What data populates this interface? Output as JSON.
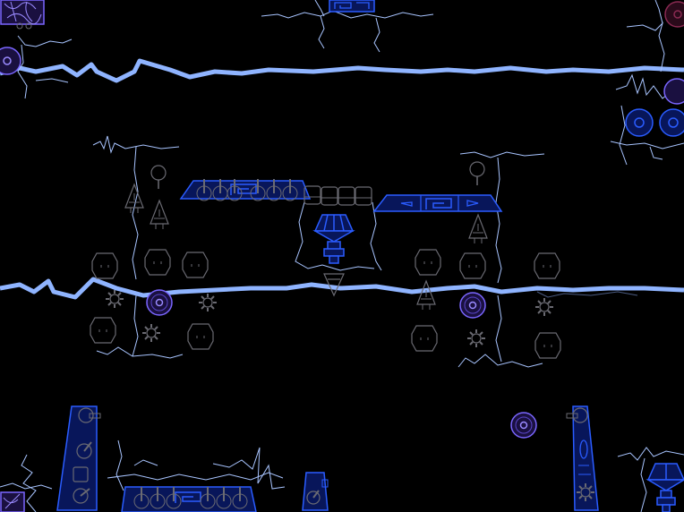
{
  "scene": {
    "background": "#000000",
    "colors": {
      "ice_line": "#8fb4ff",
      "crack": "#a8c4ff",
      "outline": "#6a6a72",
      "blue": "#2a5cff",
      "blue_fill": "#08165a",
      "purple": "#7a66ff",
      "purple_fill": "#1a1040",
      "maroon": "#8a2a52"
    }
  },
  "objects": {
    "ledges": [
      "upper-ice-ledge",
      "middle-ice-ledge"
    ],
    "crack_walls": [
      "left-crack-wall",
      "right-crack-wall",
      "center-crack-pit"
    ],
    "platforms": [
      "left-spiked-platform",
      "right-arrow-platform"
    ],
    "hazards": [
      "spike-blob",
      "gear-mine",
      "arrow-sentry",
      "purple-disc"
    ],
    "towers": [
      "left-turret-tower",
      "right-turret-tower",
      "small-turret-tower"
    ],
    "wall_nodes": [
      "right-node-a",
      "right-node-b"
    ]
  }
}
